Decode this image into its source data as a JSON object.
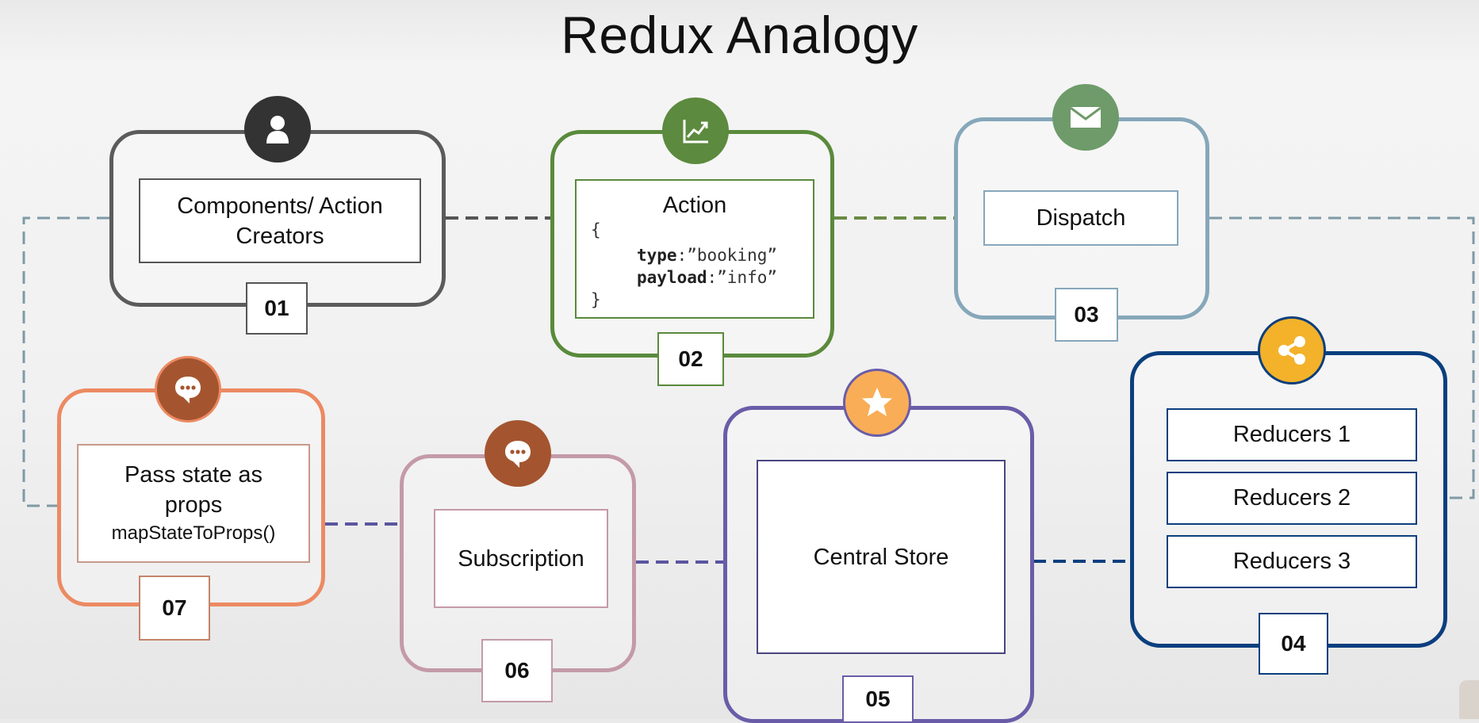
{
  "title": "Redux Analogy",
  "colors": {
    "step01": "#5b5b5b",
    "step02": "#5a8a3c",
    "step03": "#86a7ba",
    "step04": "#0b3f7e",
    "step05": "#6a5ca8",
    "step06": "#c49aa8",
    "step07": "#ec8a62",
    "badge_dark": "#333333",
    "badge_green": "#5c8a3e",
    "badge_teal": "#6e9b69",
    "badge_yellow": "#f3b22a",
    "badge_orange": "#f9ad57",
    "badge_brown": "#a4552f"
  },
  "steps": {
    "s01": {
      "label": "Components/ Action Creators",
      "number": "01",
      "icon": "person-icon"
    },
    "s02": {
      "label": "Action",
      "number": "02",
      "icon": "chart-icon",
      "code": {
        "open": "{",
        "type_key": "type",
        "type_value": ":”booking”",
        "payload_key": "payload",
        "payload_value": ":”info”",
        "close": "}"
      }
    },
    "s03": {
      "label": "Dispatch",
      "number": "03",
      "icon": "envelope-icon"
    },
    "s04": {
      "reducers": [
        "Reducers 1",
        "Reducers 2",
        "Reducers 3"
      ],
      "number": "04",
      "icon": "share-icon"
    },
    "s05": {
      "label": "Central Store",
      "number": "05",
      "icon": "star-icon"
    },
    "s06": {
      "label": "Subscription",
      "number": "06",
      "icon": "speech-bubble-icon"
    },
    "s07": {
      "label": "Pass state as props",
      "sublabel": "mapStateToProps()",
      "number": "07",
      "icon": "speech-bubble-icon"
    }
  }
}
